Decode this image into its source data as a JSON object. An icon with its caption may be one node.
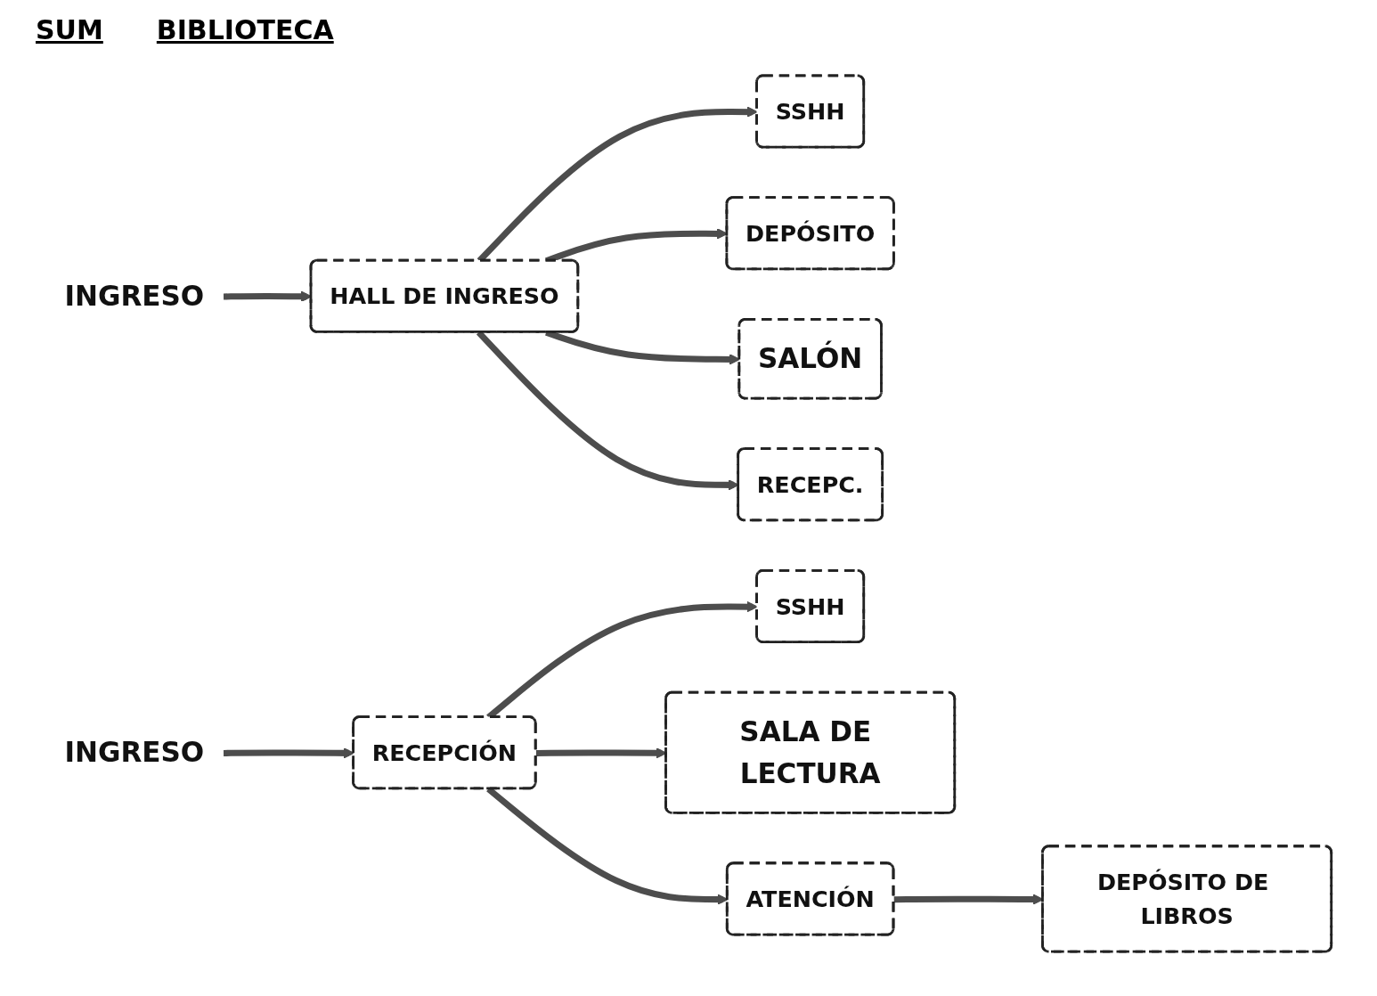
{
  "diagram": {
    "nodes": [
      {
        "text": [
          "INGRESO"
        ]
      },
      {
        "text": [
          "SSHH"
        ]
      },
      {
        "text": [
          "DEPÓSITO"
        ]
      },
      {
        "text": [
          "HALL DE INGRESO"
        ]
      },
      {
        "text": [
          "SALÓN"
        ]
      },
      {
        "text": [
          "RECEPC."
        ]
      },
      {
        "text": [
          "INGRESO"
        ]
      },
      {
        "text": [
          "SSHH"
        ]
      },
      {
        "text": [
          "RECEPCIÓN"
        ]
      },
      {
        "text": [
          "SALA DE LECTURA"
        ]
      },
      {
        "text": [
          "ATENCIÓN"
        ]
      },
      {
        "text": [
          "DEPÓSITO DE LIBROS"
        ]
      }
    ],
    "edges": [
      {
        "from": 0,
        "to": 3,
        "arrow": "to"
      },
      {
        "from": 3,
        "to": 1,
        "arrow": "to"
      },
      {
        "from": 3,
        "to": 2,
        "arrow": "to"
      },
      {
        "from": 3,
        "to": 4,
        "arrow": "to"
      },
      {
        "from": 3,
        "to": 5,
        "arrow": "to"
      },
      {
        "from": 6,
        "to": 8,
        "arrow": "to"
      },
      {
        "from": 8,
        "to": 7,
        "arrow": "to"
      },
      {
        "from": 8,
        "to": 9,
        "arrow": "to"
      },
      {
        "from": 8,
        "to": 10,
        "arrow": "to"
      },
      {
        "from": 10,
        "to": 11,
        "arrow": "to"
      }
    ],
    "labels": [
      "SUM",
      "BIBLIOTECA"
    ]
  }
}
